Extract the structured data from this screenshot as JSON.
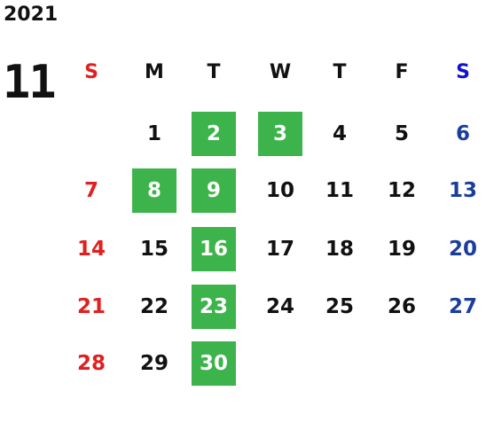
{
  "year": "2021",
  "month": "11",
  "colors": {
    "sunday": "#e02020",
    "saturday": "#1a3e9a",
    "weekday": "#111111",
    "header_saturday": "#1010d0",
    "highlight_bg": "#3cb44b"
  },
  "weekdays": [
    "S",
    "M",
    "T",
    "W",
    "T",
    "F",
    "S"
  ],
  "weeks": [
    [
      null,
      "1",
      "2",
      "3",
      "4",
      "5",
      "6"
    ],
    [
      "7",
      "8",
      "9",
      "10",
      "11",
      "12",
      "13"
    ],
    [
      "14",
      "15",
      "16",
      "17",
      "18",
      "19",
      "20"
    ],
    [
      "21",
      "22",
      "23",
      "24",
      "25",
      "26",
      "27"
    ],
    [
      "28",
      "29",
      "30",
      null,
      null,
      null,
      null
    ]
  ],
  "highlighted_days": [
    "2",
    "3",
    "8",
    "9",
    "16",
    "23",
    "30"
  ]
}
